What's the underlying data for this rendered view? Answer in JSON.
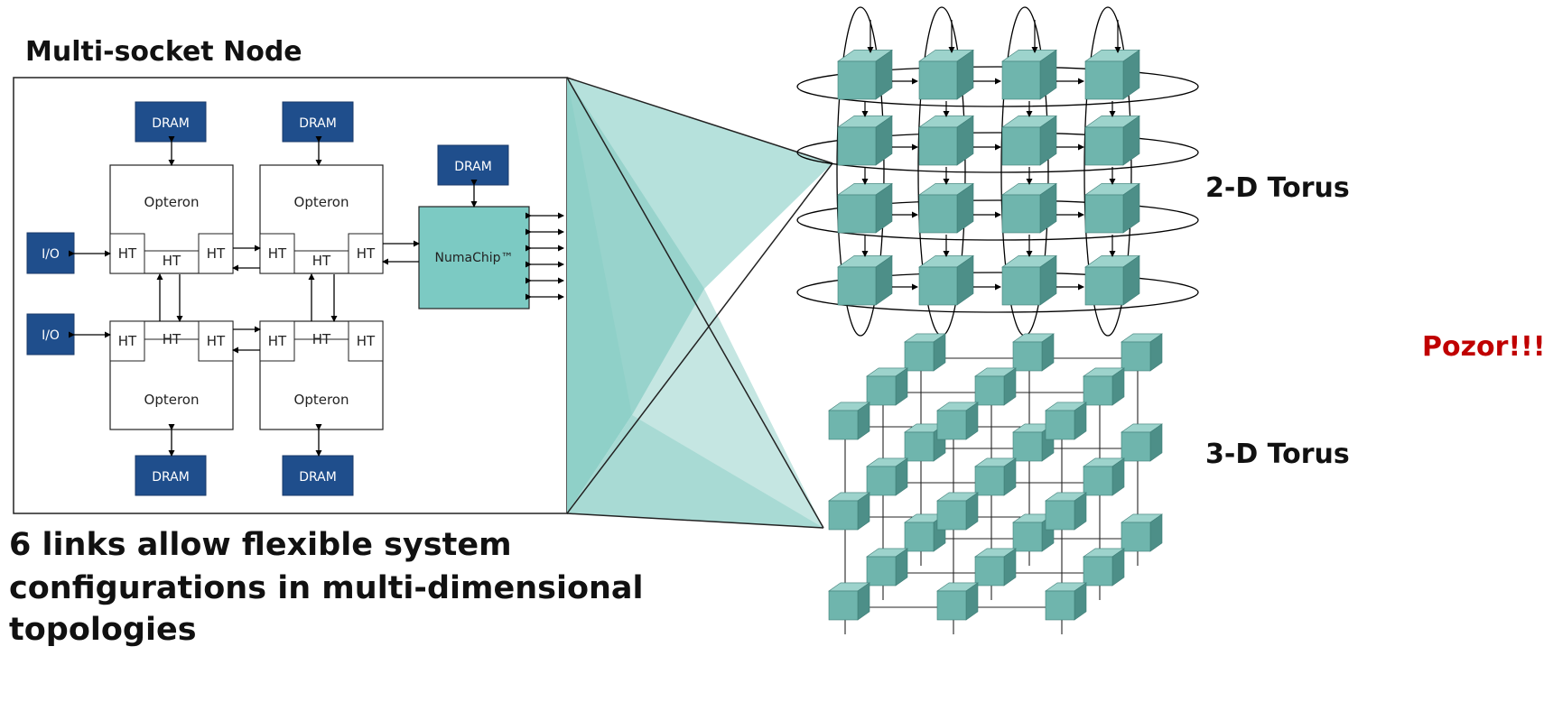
{
  "node": {
    "title": "Multi-socket Node",
    "dram_label": "DRAM",
    "opteron_label": "Opteron",
    "ht_label": "HT",
    "io_label": "I/O",
    "numachip_label": "NumaChip™"
  },
  "caption": {
    "line1": "6 links allow flexible system",
    "line2": "configurations in multi-dimensional",
    "line3": "topologies"
  },
  "topologies": {
    "torus2d_label": "2-D Torus",
    "torus3d_label": "3-D Torus",
    "warning": "Pozor!!!"
  },
  "colors": {
    "dram_blue": "#1f4e8c",
    "numachip_teal": "#7ccac3",
    "cube_front": "#6fb5ad",
    "cube_top": "#9dd3cc",
    "cube_side": "#4d8f88",
    "funnel": "#a8dcd6",
    "warning_red": "#c00000"
  }
}
